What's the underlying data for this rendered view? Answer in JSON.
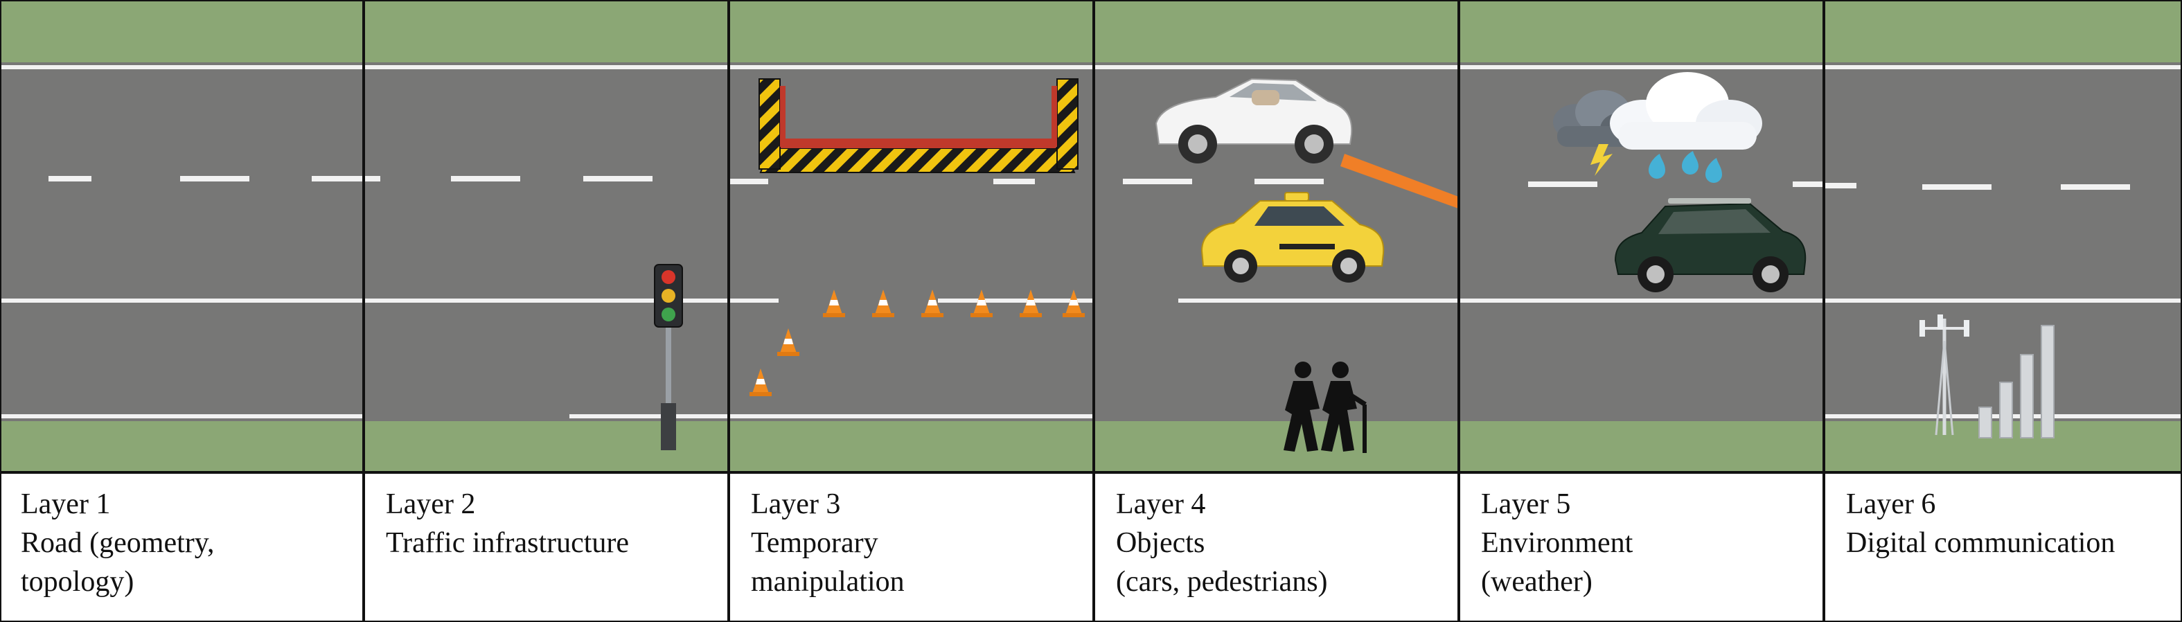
{
  "layers": [
    {
      "number_label": "Layer 1",
      "lines": [
        "Road (geometry,",
        "topology)"
      ]
    },
    {
      "number_label": "Layer 2",
      "lines": [
        "Traffic infrastructure"
      ]
    },
    {
      "number_label": "Layer 3",
      "lines": [
        "Temporary",
        "manipulation"
      ]
    },
    {
      "number_label": "Layer 4",
      "lines": [
        "Objects",
        "(cars, pedestrians)"
      ]
    },
    {
      "number_label": "Layer 5",
      "lines": [
        "Environment",
        "(weather)"
      ]
    },
    {
      "number_label": "Layer 6",
      "lines": [
        "Digital communication"
      ]
    }
  ],
  "icons": {
    "layer2": [
      "traffic-light-icon"
    ],
    "layer3": [
      "road-barrier-icon",
      "traffic-cone-icon"
    ],
    "layer4": [
      "white-convertible-car-icon",
      "yellow-taxi-icon",
      "pedestrians-icon",
      "movement-arrow-icon"
    ],
    "layer5": [
      "storm-cloud-icon",
      "white-cloud-icon",
      "rain-drops-icon",
      "dark-green-car-icon"
    ],
    "layer6": [
      "cell-tower-icon",
      "signal-bars-icon"
    ]
  },
  "colors": {
    "grass": "#8ba775",
    "road": "#777776",
    "lane_marking": "#f2f2f2",
    "arrow": "#f07f27",
    "taxi": "#f3d23b",
    "barrier_stripe": "#f1c40f"
  }
}
